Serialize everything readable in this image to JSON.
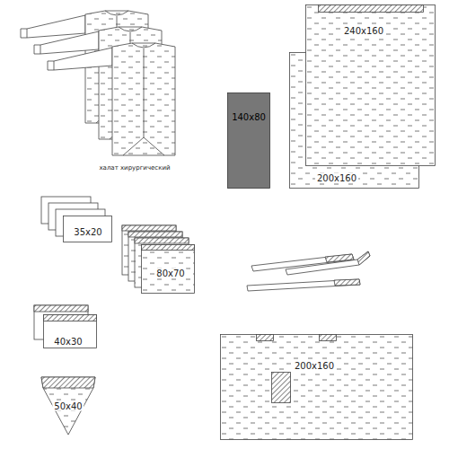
{
  "diagram": {
    "nodes": [
      {
        "text": [
          "240x160"
        ]
      },
      {
        "text": [
          "200x160"
        ]
      },
      {
        "text": [
          "140x80"
        ]
      },
      {
        "text": [
          "35x20"
        ]
      },
      {
        "text": [
          "80x70"
        ]
      },
      {
        "text": [
          "40x30"
        ]
      },
      {
        "text": [
          "50x40"
        ]
      },
      {
        "text": [
          "200x160"
        ]
      }
    ],
    "labels": [
      "халат хирургический"
    ]
  }
}
